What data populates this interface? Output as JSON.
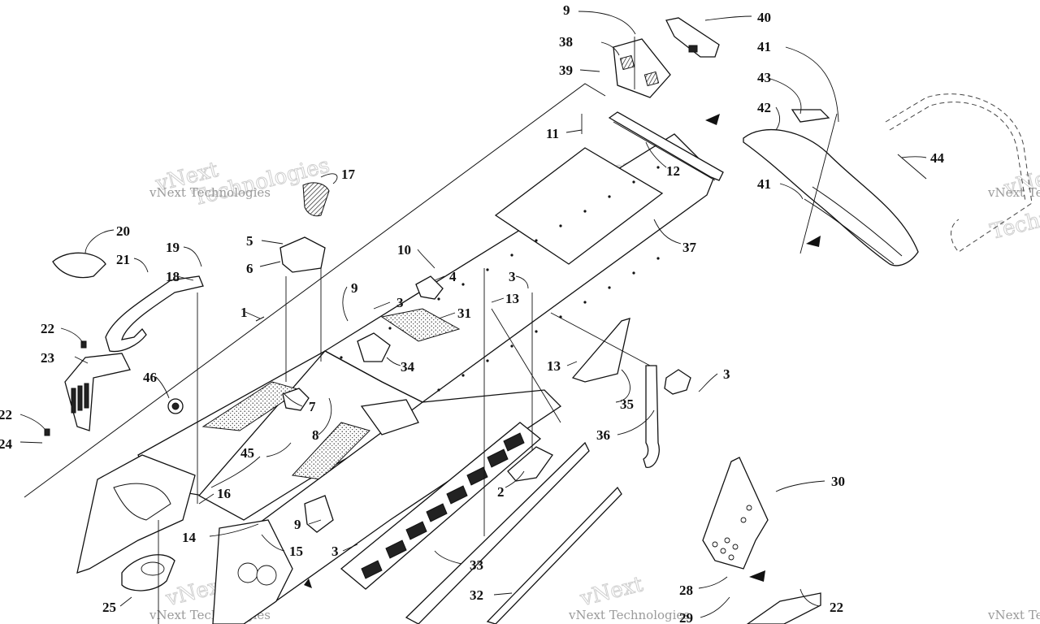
{
  "watermark": {
    "brand": "vNext",
    "company": "vNext Technologies",
    "word": "Technologies"
  },
  "callouts": [
    {
      "id": "c9a",
      "label": "9"
    },
    {
      "id": "c40",
      "label": "40"
    },
    {
      "id": "c38",
      "label": "38"
    },
    {
      "id": "c39",
      "label": "39"
    },
    {
      "id": "c41a",
      "label": "41"
    },
    {
      "id": "c43",
      "label": "43"
    },
    {
      "id": "c42",
      "label": "42"
    },
    {
      "id": "c44",
      "label": "44"
    },
    {
      "id": "c41b",
      "label": "41"
    },
    {
      "id": "c11",
      "label": "11"
    },
    {
      "id": "c12",
      "label": "12"
    },
    {
      "id": "c17",
      "label": "17"
    },
    {
      "id": "c37",
      "label": "37"
    },
    {
      "id": "c20",
      "label": "20"
    },
    {
      "id": "c19",
      "label": "19"
    },
    {
      "id": "c5",
      "label": "5"
    },
    {
      "id": "c21",
      "label": "21"
    },
    {
      "id": "c18",
      "label": "18"
    },
    {
      "id": "c6",
      "label": "6"
    },
    {
      "id": "c10",
      "label": "10"
    },
    {
      "id": "c4",
      "label": "4"
    },
    {
      "id": "c3a",
      "label": "3"
    },
    {
      "id": "c1",
      "label": "1"
    },
    {
      "id": "c9b",
      "label": "9"
    },
    {
      "id": "c13a",
      "label": "13"
    },
    {
      "id": "c3b",
      "label": "3"
    },
    {
      "id": "c31",
      "label": "31"
    },
    {
      "id": "c22a",
      "label": "22"
    },
    {
      "id": "c23",
      "label": "23"
    },
    {
      "id": "c34",
      "label": "34"
    },
    {
      "id": "c13b",
      "label": "13"
    },
    {
      "id": "c3c",
      "label": "3"
    },
    {
      "id": "c46",
      "label": "46"
    },
    {
      "id": "c7",
      "label": "7"
    },
    {
      "id": "c35",
      "label": "35"
    },
    {
      "id": "c22b",
      "label": "22"
    },
    {
      "id": "c24",
      "label": "24"
    },
    {
      "id": "c8",
      "label": "8"
    },
    {
      "id": "c36",
      "label": "36"
    },
    {
      "id": "c45",
      "label": "45"
    },
    {
      "id": "c2",
      "label": "2"
    },
    {
      "id": "c30",
      "label": "30"
    },
    {
      "id": "c16",
      "label": "16"
    },
    {
      "id": "c9c",
      "label": "9"
    },
    {
      "id": "c14",
      "label": "14"
    },
    {
      "id": "c15",
      "label": "15"
    },
    {
      "id": "c3d",
      "label": "3"
    },
    {
      "id": "c33",
      "label": "33"
    },
    {
      "id": "c28",
      "label": "28"
    },
    {
      "id": "c32",
      "label": "32"
    },
    {
      "id": "c25",
      "label": "25"
    },
    {
      "id": "c29",
      "label": "29"
    },
    {
      "id": "c22c",
      "label": "22"
    }
  ]
}
